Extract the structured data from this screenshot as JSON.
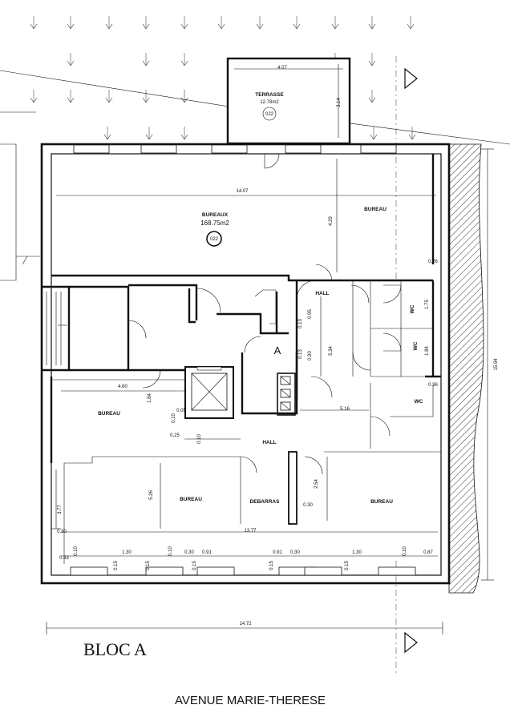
{
  "terrace": {
    "label": "TERRASSE",
    "area": "12.78m2",
    "code": "022",
    "width": "4.07",
    "depth": "3.14"
  },
  "rooms": {
    "bureaux": {
      "label": "BUREAUX",
      "area": "168.75m2",
      "code": "022"
    },
    "bureau_top_right": "BUREAU",
    "hall_right": "HALL",
    "wc1": "WC",
    "wc2": "WC",
    "wc3": "WC",
    "core_mark": "A",
    "bureau_left": "BUREAU",
    "hall_center": "HALL",
    "bureau_center": "BUREAU",
    "debarras": "DEBARRAS",
    "bureau_right": "BUREAU"
  },
  "dims": {
    "top_width": "14.07",
    "top_height": "4.29",
    "d026": "0.26",
    "d175": "1.75",
    "d184b": "1.84",
    "d036": "0.36",
    "d013a": "0.13",
    "d095": "0.95",
    "d013b": "0.13",
    "d090": "0.90",
    "d534": "5.34",
    "d460": "4.60",
    "d184": "1.84",
    "d005": "0.05",
    "d010a": "0.10",
    "d025": "0.25",
    "d010b": "0.10",
    "d516": "5.16",
    "d254": "2.54",
    "d030": "0.30",
    "d526": "5.26",
    "d377": "3.77",
    "d030l": "0.30",
    "d1377": "13.77",
    "b033": "0.33",
    "b010a": "0.10",
    "b130a": "1.30",
    "b010b": "0.10",
    "b030a": "0.30",
    "b091a": "0.91",
    "b091b": "0.91",
    "b030b": "0.30",
    "b130b": "1.30",
    "b010c": "0.10",
    "b087": "0.87",
    "w015a": "0.15",
    "w015b": "0.15",
    "w015c": "0.15",
    "w015d": "0.15",
    "w015e": "0.15",
    "total_width": "14.72",
    "total_height": "15.94"
  },
  "bloc_label": "BLOC A",
  "street": "AVENUE MARIE-THERESE"
}
